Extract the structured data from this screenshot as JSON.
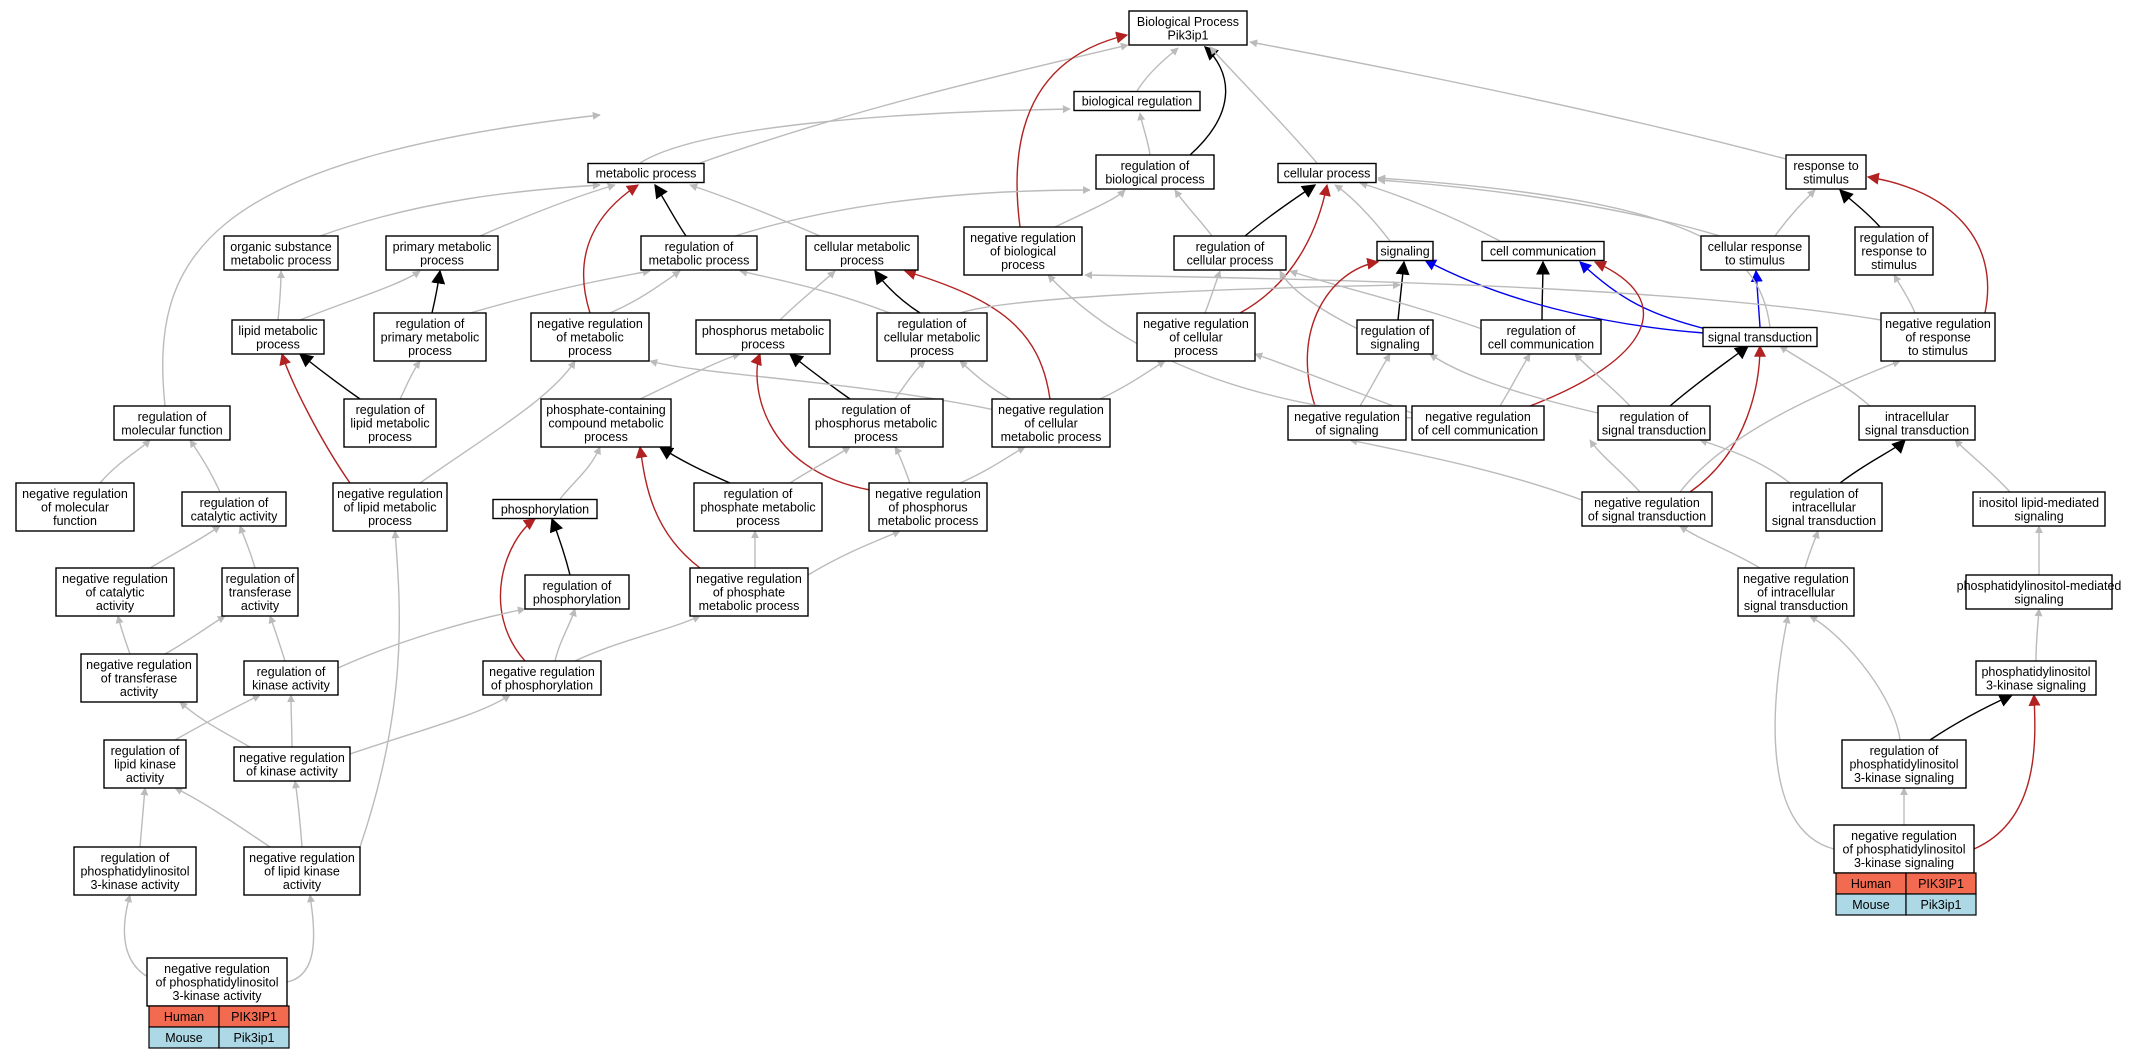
{
  "colors": {
    "is_a": "#bbbbbb",
    "part_of": "#000000",
    "negatively_regulates": "#b22222",
    "positively_regulates": "#0000ee",
    "human": "#f26a4f",
    "mouse": "#add8e6"
  },
  "nodes": {
    "root": [
      "Biological Process",
      "Pik3ip1"
    ],
    "bioreg": [
      "biological regulation"
    ],
    "regbio": [
      "regulation of",
      "biological process"
    ],
    "metab": [
      "metabolic process"
    ],
    "cellp": [
      "cellular process"
    ],
    "respstim": [
      "response to",
      "stimulus"
    ],
    "orgsub": [
      "organic substance",
      "metabolic process"
    ],
    "primmet": [
      "primary metabolic",
      "process"
    ],
    "regmet": [
      "regulation of",
      "metabolic process"
    ],
    "cellmet": [
      "cellular metabolic",
      "process"
    ],
    "negregbio": [
      "negative regulation",
      "of biological",
      "process"
    ],
    "regcellp": [
      "regulation of",
      "cellular process"
    ],
    "signaling": [
      "signaling"
    ],
    "cellcomm": [
      "cell communication"
    ],
    "cellresp": [
      "cellular response",
      "to stimulus"
    ],
    "regresp": [
      "regulation of",
      "response to",
      "stimulus"
    ],
    "lipmet": [
      "lipid metabolic",
      "process"
    ],
    "regprimmet": [
      "regulation of",
      "primary metabolic",
      "process"
    ],
    "negregmet": [
      "negative regulation",
      "of metabolic",
      "process"
    ],
    "phosmet": [
      "phosphorus metabolic",
      "process"
    ],
    "regcellmet": [
      "regulation of",
      "cellular metabolic",
      "process"
    ],
    "negregcellp": [
      "negative regulation",
      "of cellular",
      "process"
    ],
    "regsig": [
      "regulation of",
      "signaling"
    ],
    "regcellcomm": [
      "regulation of",
      "cell communication"
    ],
    "sigtrans": [
      "signal transduction"
    ],
    "negregresp": [
      "negative regulation",
      "of response",
      "to stimulus"
    ],
    "regmolfn": [
      "regulation of",
      "molecular function"
    ],
    "reglipmet": [
      "regulation of",
      "lipid metabolic",
      "process"
    ],
    "phoscont": [
      "phosphate-containing",
      "compound metabolic",
      "process"
    ],
    "regphosmet": [
      "regulation of",
      "phosphorus metabolic",
      "process"
    ],
    "negregcellmet": [
      "negative regulation",
      "of cellular",
      "metabolic process"
    ],
    "negregsig": [
      "negative regulation",
      "of signaling"
    ],
    "negregcellcomm": [
      "negative regulation",
      "of cell communication"
    ],
    "regsigtrans": [
      "regulation of",
      "signal transduction"
    ],
    "intrasig": [
      "intracellular",
      "signal transduction"
    ],
    "negregmolfn": [
      "negative regulation",
      "of molecular",
      "function"
    ],
    "regcatact": [
      "regulation of",
      "catalytic activity"
    ],
    "negreglipmet": [
      "negative regulation",
      "of lipid metabolic",
      "process"
    ],
    "phosphorylation": [
      "phosphorylation"
    ],
    "regphosphatemet": [
      "regulation of",
      "phosphate metabolic",
      "process"
    ],
    "negregphosmet": [
      "negative regulation",
      "of phosphorus",
      "metabolic process"
    ],
    "negregsigtrans": [
      "negative regulation",
      "of signal transduction"
    ],
    "regintrasig": [
      "regulation of",
      "intracellular",
      "signal transduction"
    ],
    "inositol": [
      "inositol lipid-mediated",
      "signaling"
    ],
    "negregcatact": [
      "negative regulation",
      "of catalytic",
      "activity"
    ],
    "regtransf": [
      "regulation of",
      "transferase",
      "activity"
    ],
    "regphosphoryl": [
      "regulation of",
      "phosphorylation"
    ],
    "negregphosphatemet": [
      "negative regulation",
      "of phosphate",
      "metabolic process"
    ],
    "negregintrasig": [
      "negative regulation",
      "of intracellular",
      "signal transduction"
    ],
    "phosinosmed": [
      "phosphatidylinositol-mediated",
      "signaling"
    ],
    "negregtransf": [
      "negative regulation",
      "of transferase",
      "activity"
    ],
    "regkinase": [
      "regulation of",
      "kinase activity"
    ],
    "negregphosphoryl": [
      "negative regulation",
      "of phosphorylation"
    ],
    "pi3ksig": [
      "phosphatidylinositol",
      "3-kinase signaling"
    ],
    "reglipkin": [
      "regulation of",
      "lipid kinase",
      "activity"
    ],
    "negregkinase": [
      "negative regulation",
      "of kinase activity"
    ],
    "regpi3ksig": [
      "regulation of",
      "phosphatidylinositol",
      "3-kinase signaling"
    ],
    "regpi3kact": [
      "regulation of",
      "phosphatidylinositol",
      "3-kinase activity"
    ],
    "negreglipkin": [
      "negative regulation",
      "of lipid kinase",
      "activity"
    ],
    "negregpi3ksig": [
      "negative regulation",
      "of phosphatidylinositol",
      "3-kinase signaling"
    ],
    "negregpi3kact": [
      "negative regulation",
      "of phosphatidylinositol",
      "3-kinase activity"
    ]
  },
  "gene_tables": [
    {
      "rows": [
        {
          "species": "Human",
          "gene": "PIK3IP1"
        },
        {
          "species": "Mouse",
          "gene": "Pik3ip1"
        }
      ]
    },
    {
      "rows": [
        {
          "species": "Human",
          "gene": "PIK3IP1"
        },
        {
          "species": "Mouse",
          "gene": "Pik3ip1"
        }
      ]
    }
  ]
}
